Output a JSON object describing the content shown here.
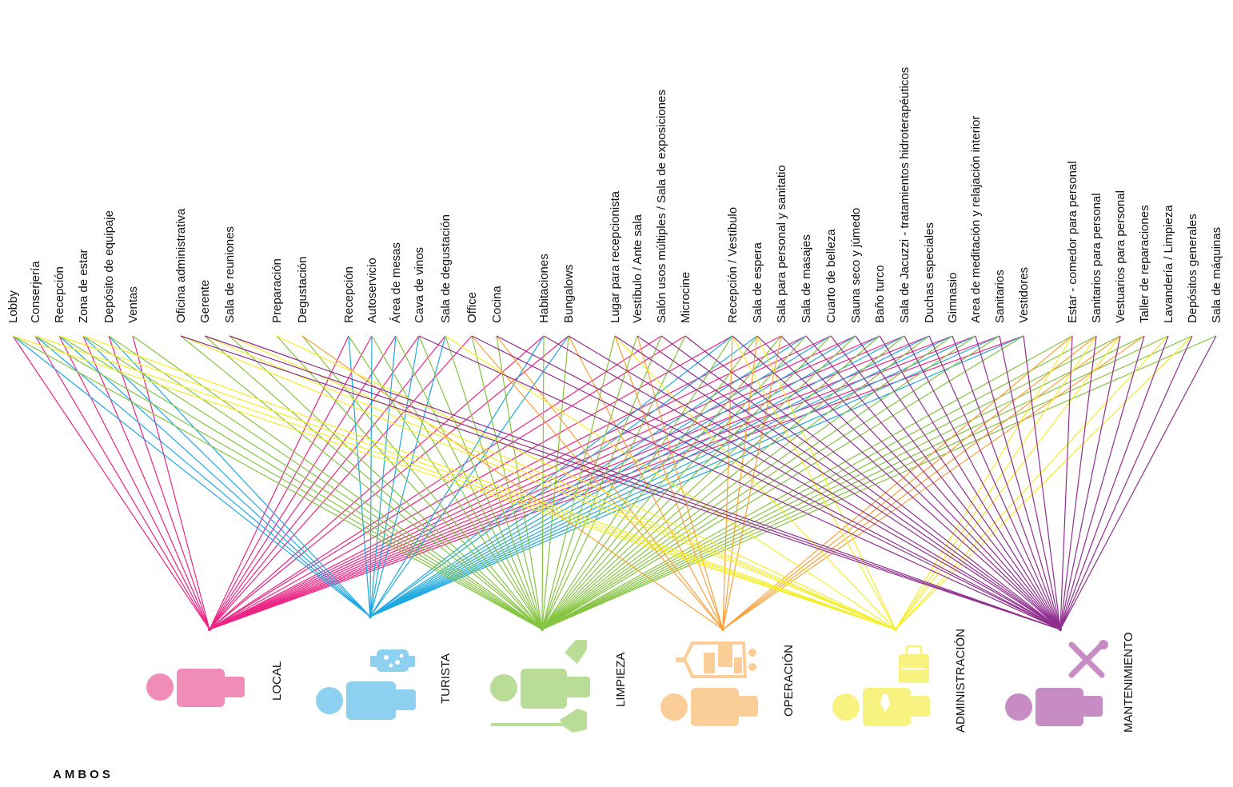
{
  "spaces": [
    {
      "label": "Lobby"
    },
    {
      "label": "Conserjería"
    },
    {
      "label": "Recepción"
    },
    {
      "label": "Zona de estar"
    },
    {
      "label": "Depósito de equipaje"
    },
    {
      "label": "Ventas"
    },
    {
      "label": "Oficina administrativa"
    },
    {
      "label": "Gerente"
    },
    {
      "label": "Sala de reuniones"
    },
    {
      "label": "Preparación"
    },
    {
      "label": "Degustación"
    },
    {
      "label": "Recepción"
    },
    {
      "label": "Autoservicio"
    },
    {
      "label": "Área de mesas"
    },
    {
      "label": "Cava de vinos"
    },
    {
      "label": "Sala de degustación"
    },
    {
      "label": "Office"
    },
    {
      "label": "Cocina"
    },
    {
      "label": "Habitaciones"
    },
    {
      "label": "Bungalows"
    },
    {
      "label": "Lugar para recepcionista"
    },
    {
      "label": "Vestíbulo / Ante sala"
    },
    {
      "label": "Salón usos múltiples / Sala de exposiciones"
    },
    {
      "label": "Microcine"
    },
    {
      "label": "Recepción / Vestíbulo"
    },
    {
      "label": "Sala de espera"
    },
    {
      "label": "Sala para personal y sanitatio"
    },
    {
      "label": "Sala de masajes"
    },
    {
      "label": "Cuarto de belleza"
    },
    {
      "label": "Sauna seco y júmedo"
    },
    {
      "label": "Baño turco"
    },
    {
      "label": "Sala de Jacuzzi - tratamientos hidroterapéuticos"
    },
    {
      "label": "Duchas especiales"
    },
    {
      "label": "Gimnasio"
    },
    {
      "label": "Area de meditación y relajación interior"
    },
    {
      "label": "Sanitarios"
    },
    {
      "label": "Vestidores"
    },
    {
      "label": "Estar - comedor para personal"
    },
    {
      "label": "Sanitarios para personal"
    },
    {
      "label": "Vestuarios para personal"
    },
    {
      "label": "Taller de reparaciones"
    },
    {
      "label": "Lavandería / Limpieza"
    },
    {
      "label": "Depósitos generales"
    },
    {
      "label": "Sala de máquinas"
    }
  ],
  "users": [
    {
      "label": "LOCAL",
      "color": "#ec2585",
      "icon": "person-icon"
    },
    {
      "label": "TURISTA",
      "color": "#1fa9e1",
      "icon": "luggage-icon"
    },
    {
      "label": "LIMPIEZA",
      "color": "#85c441",
      "icon": "cleaning-icon"
    },
    {
      "label": "OPERACIÓN",
      "color": "#f7a23b",
      "icon": "reception-desk-icon"
    },
    {
      "label": "ADMINISTRACIÓN",
      "color": "#f4ee2a",
      "icon": "briefcase-icon"
    },
    {
      "label": "MANTENIMIENTO",
      "color": "#8f2f8f",
      "icon": "tools-icon"
    }
  ],
  "icon_colors": [
    "#f08cb8",
    "#8dd0ef",
    "#b9dc97",
    "#fbcd97",
    "#f8f381",
    "#c68cc3"
  ],
  "links": {
    "LOCAL": [
      0,
      1,
      2,
      3,
      4,
      5,
      11,
      12,
      13,
      14,
      15,
      16,
      18,
      19,
      22,
      23,
      24,
      26,
      27,
      28,
      29,
      30,
      31,
      32,
      33,
      34,
      35,
      36
    ],
    "TURISTA": [
      0,
      1,
      2,
      3,
      4,
      11,
      12,
      13,
      14,
      15,
      18,
      19,
      24,
      25,
      27,
      28,
      29,
      30,
      31,
      32,
      33,
      34,
      35,
      36
    ],
    "LIMPIEZA": [
      0,
      1,
      2,
      3,
      4,
      5,
      6,
      7,
      8,
      9,
      10,
      11,
      12,
      13,
      14,
      15,
      16,
      17,
      18,
      19,
      20,
      21,
      22,
      23,
      24,
      25,
      26,
      27,
      28,
      29,
      30,
      31,
      32,
      33,
      34,
      35,
      36,
      37,
      38,
      39,
      40,
      41,
      42,
      43
    ],
    "OPERACIÓN": [
      10,
      16,
      17,
      19,
      20,
      21,
      24,
      25,
      26,
      37,
      38,
      39,
      40
    ],
    "ADMINISTRACIÓN": [
      0,
      1,
      2,
      3,
      6,
      7,
      8,
      9,
      15,
      20,
      24,
      25,
      37,
      38,
      39,
      41,
      42
    ],
    "MANTENIMIENTO": [
      6,
      7,
      8,
      14,
      16,
      17,
      18,
      19,
      20,
      21,
      22,
      23,
      24,
      25,
      26,
      27,
      28,
      29,
      30,
      31,
      32,
      33,
      34,
      35,
      36,
      37,
      38,
      39,
      40,
      41,
      42,
      43
    ]
  },
  "footer": "AMBOS"
}
